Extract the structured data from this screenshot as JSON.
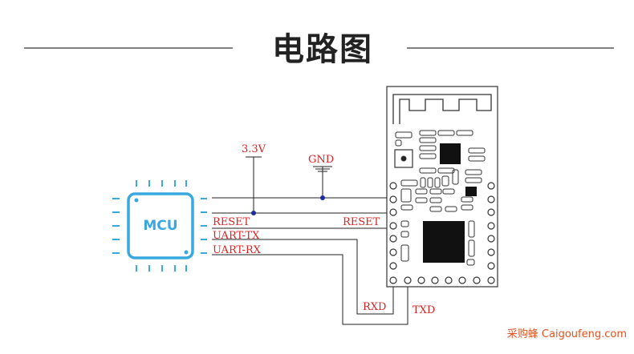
{
  "title": "电路图",
  "mcu": {
    "label": "MCU"
  },
  "power": {
    "vcc_label": "3.3V",
    "gnd_label": "GND"
  },
  "signals": {
    "reset_mcu": "RESET",
    "reset_module": "RESET",
    "uart_tx": "UART-TX",
    "uart_rx": "UART-RX",
    "rxd": "RXD",
    "txd": "TXD"
  },
  "watermark": "采购蜂 Caigoufeng.com",
  "colors": {
    "wire": "#222222",
    "label": "#dd2222",
    "mcu": "#3aa8e0",
    "junction": "#1a2aa8",
    "watermark": "#e8501b"
  }
}
